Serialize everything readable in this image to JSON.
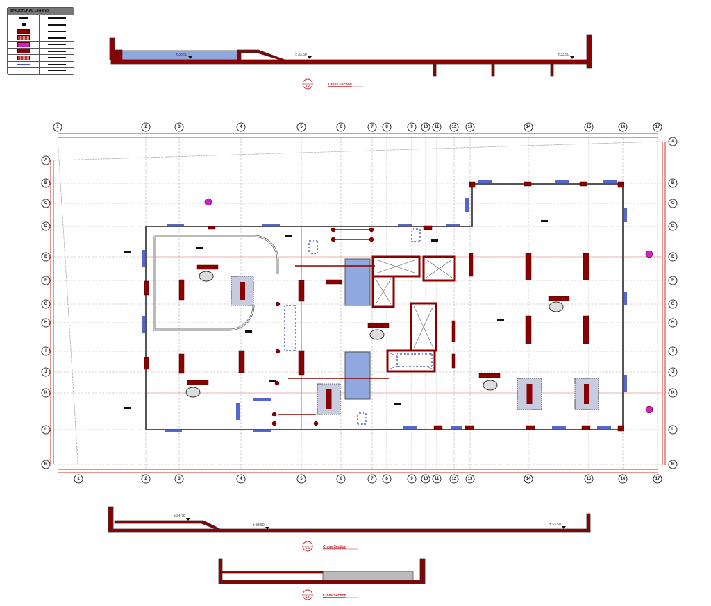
{
  "legend": {
    "title": "STRUCTURAL LEGEND:",
    "swatches": [
      {
        "type": "black-bar",
        "color": "#111111"
      },
      {
        "type": "black-square",
        "color": "#111111"
      },
      {
        "type": "solid",
        "color": "#8b0000"
      },
      {
        "type": "hatched",
        "color": "#b03a3a"
      },
      {
        "type": "solid",
        "color": "#cc22cc"
      },
      {
        "type": "solid",
        "color": "#8b0000"
      },
      {
        "type": "hatched",
        "color": "#b03a3a"
      },
      {
        "type": "line",
        "color": "#4455cc"
      },
      {
        "type": "dashed",
        "color": "#dd3333"
      }
    ]
  },
  "grid": {
    "columns_top": [
      "1",
      "2",
      "3",
      "4",
      "5",
      "6",
      "7",
      "8",
      "9",
      "10",
      "11",
      "12",
      "13",
      "14",
      "15",
      "16",
      "17"
    ],
    "columns_bottom": [
      "1",
      "2",
      "3",
      "4",
      "5",
      "6",
      "7",
      "8",
      "9",
      "10",
      "11",
      "12",
      "13",
      "14",
      "15",
      "16",
      "17"
    ],
    "rows": [
      "A",
      "B",
      "C",
      "D",
      "E",
      "F",
      "G",
      "H",
      "I",
      "J",
      "K",
      "L",
      "M"
    ]
  },
  "sections": [
    {
      "title": "Cross Section",
      "id": "2-2",
      "levels": [
        "± 33.50",
        "± 33.50",
        "± 33.50"
      ]
    },
    {
      "title": "Cross Section",
      "id": "3-3",
      "levels": [
        "± 34.70",
        "± 33.50",
        "± 33.50"
      ]
    },
    {
      "title": "Cross Section",
      "id": "1-1",
      "levels": []
    }
  ],
  "colors": {
    "structure": "#8b0000",
    "grid_border": "#d9534f",
    "water": "#8fa8e0",
    "opening": "#5566cc",
    "accent": "#cc22cc"
  }
}
